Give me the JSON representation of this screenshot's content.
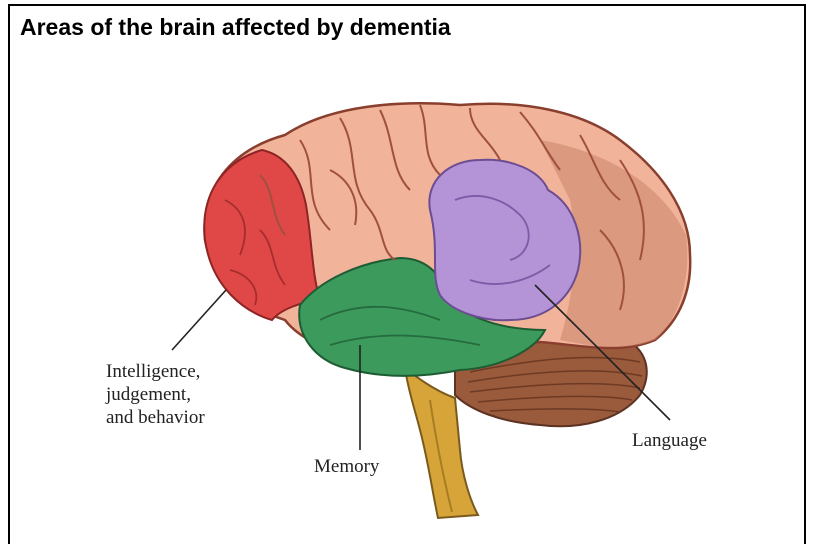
{
  "title": "Areas of the brain affected by dementia",
  "labels": {
    "intelligence": [
      "Intelligence,",
      "judgement,",
      "and behavior"
    ],
    "memory": "Memory",
    "language": "Language"
  },
  "colors": {
    "frontal_red": "#e04848",
    "cortex_pink": "#f1b49b",
    "temporal_green": "#3c9a5c",
    "language_purple": "#b493d6",
    "cerebellum_brown": "#9a5a3c",
    "brainstem_gold": "#d7a43a",
    "sulcus_dark": "#a0503e"
  }
}
